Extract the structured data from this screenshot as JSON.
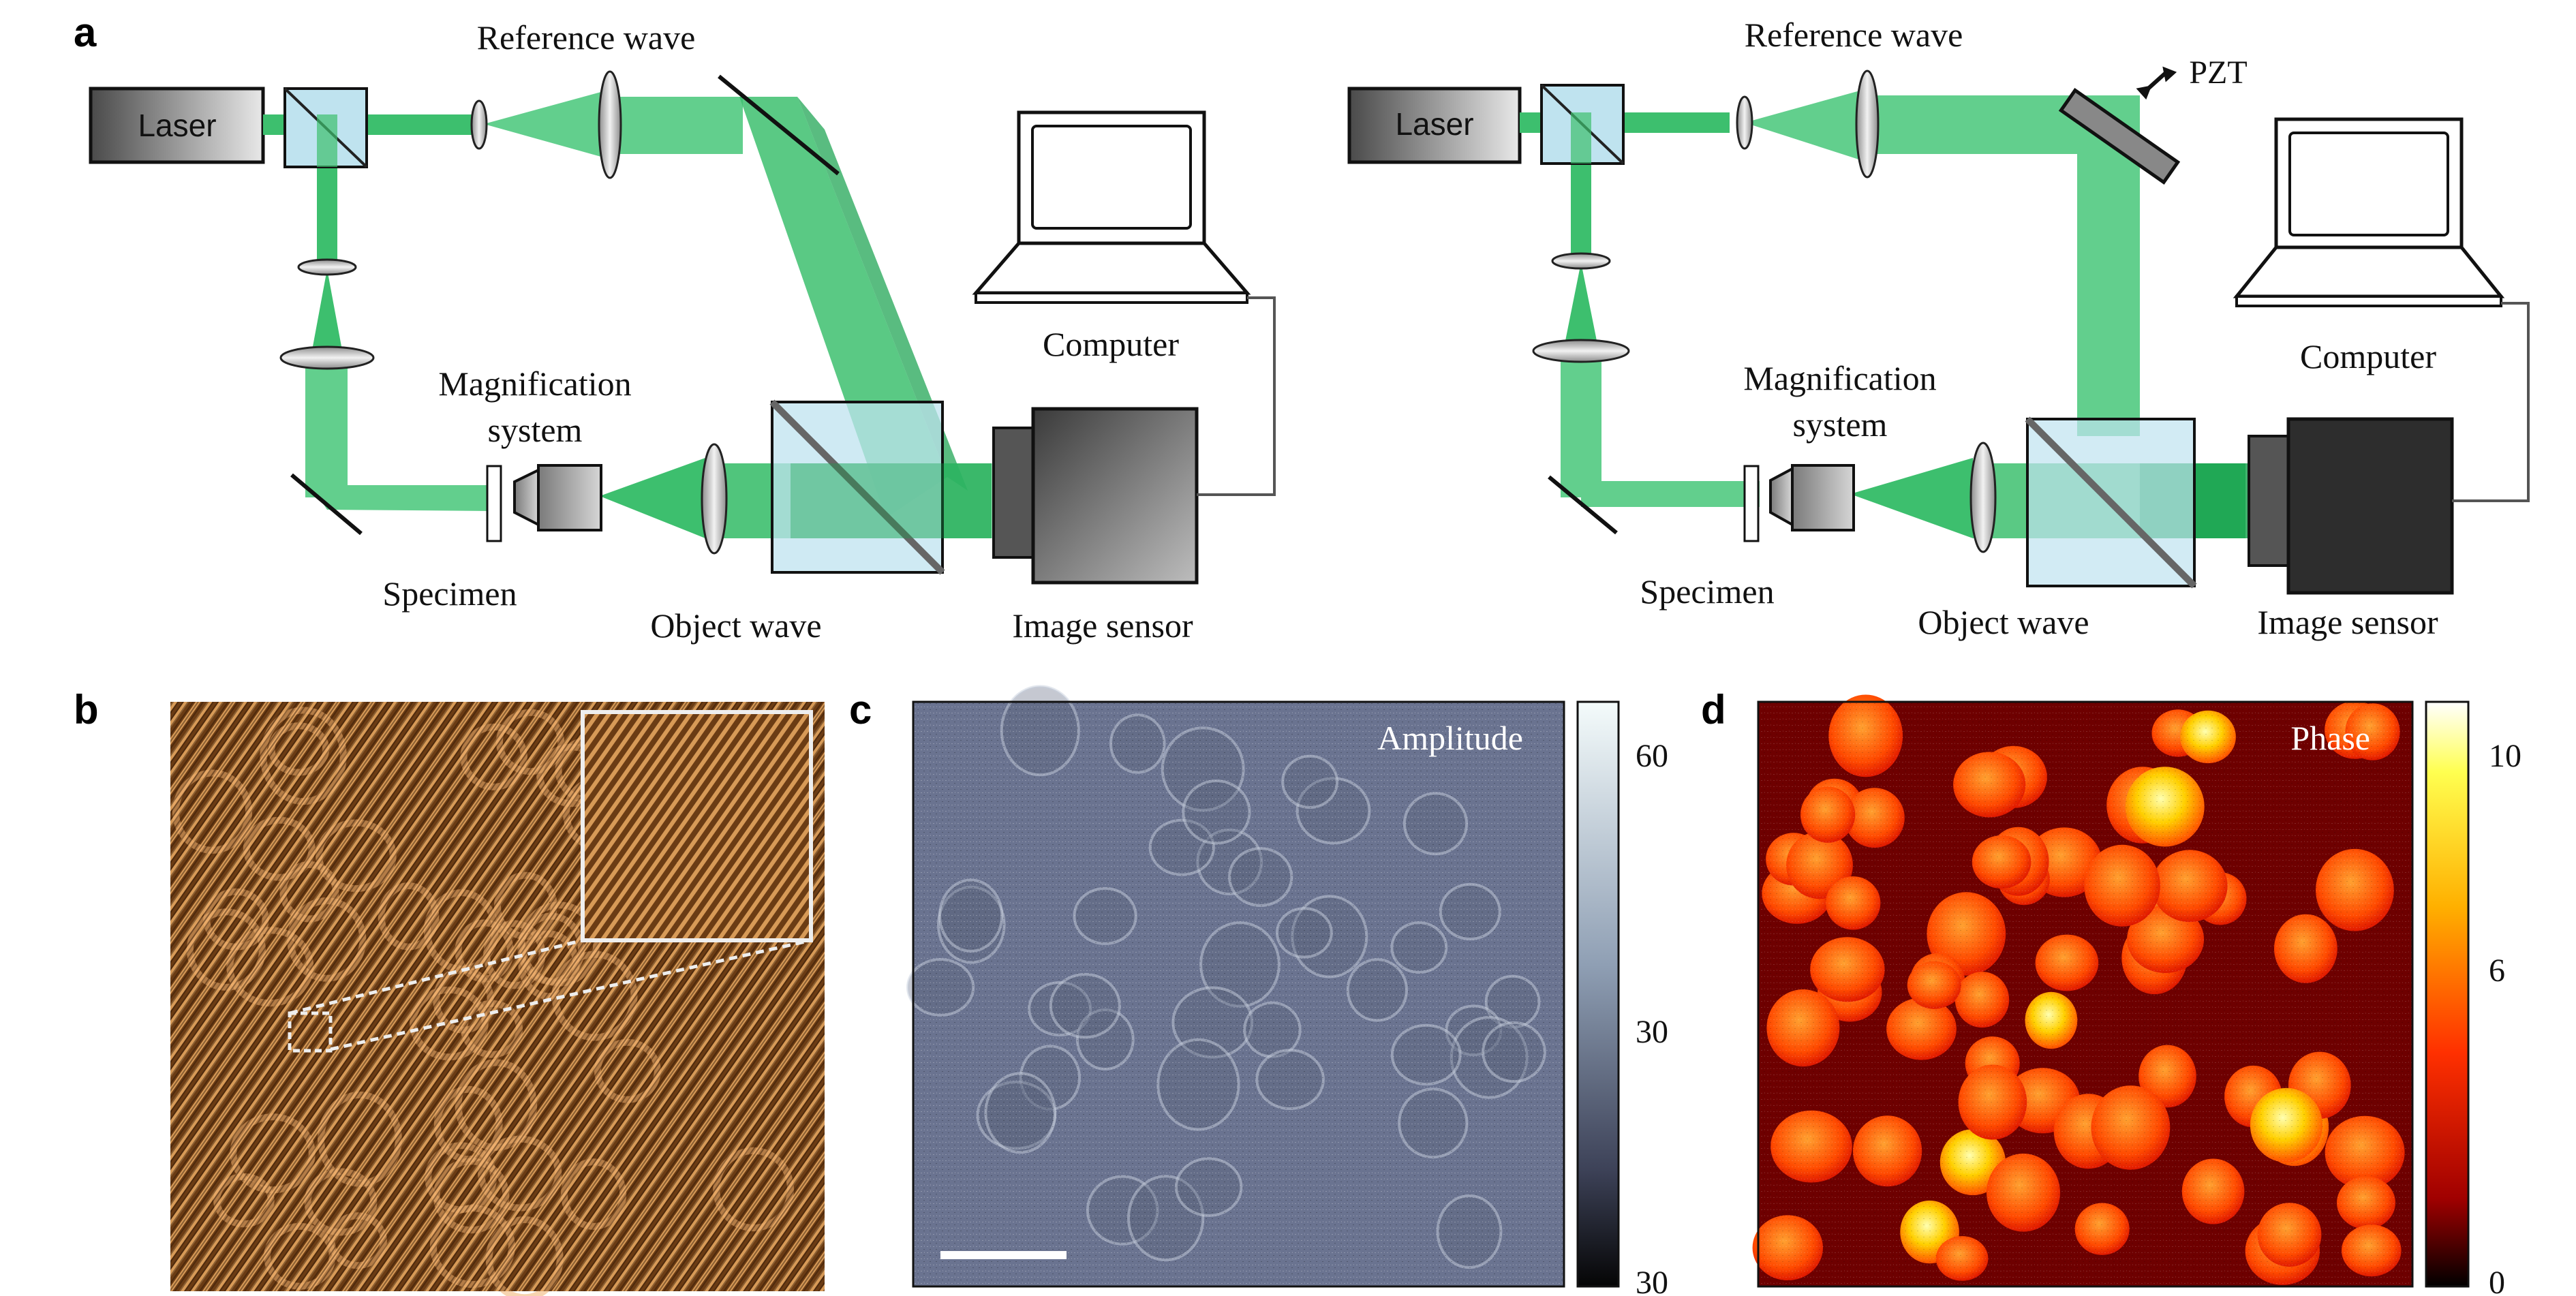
{
  "panel_labels": {
    "a": "a",
    "b": "b",
    "c": "c",
    "d": "d"
  },
  "setup_left": {
    "laser": "Laser",
    "reference_wave": "Reference wave",
    "computer": "Computer",
    "magnification_line1": "Magnification",
    "magnification_line2": "system",
    "specimen": "Specimen",
    "object_wave": "Object wave",
    "image_sensor": "Image sensor"
  },
  "setup_right": {
    "laser": "Laser",
    "reference_wave": "Reference wave",
    "pzt": "PZT",
    "computer": "Computer",
    "magnification_line1": "Magnification",
    "magnification_line2": "system",
    "specimen": "Specimen",
    "object_wave": "Object wave",
    "image_sensor": "Image sensor"
  },
  "amplitude_panel": {
    "title": "Amplitude",
    "colorbar_ticks": [
      "60",
      "30",
      "30"
    ]
  },
  "phase_panel": {
    "title": "Phase",
    "colorbar_ticks": [
      "10",
      "6",
      "0"
    ]
  },
  "colors": {
    "beam": "#3dbf6e",
    "beam_dark": "#12a04a",
    "cube": "#bfe3ef",
    "hologram": "#b9773a",
    "amplitude": "#6a7390",
    "phase_bg": "#6e0000",
    "phase_cell": "#ff3a00"
  }
}
